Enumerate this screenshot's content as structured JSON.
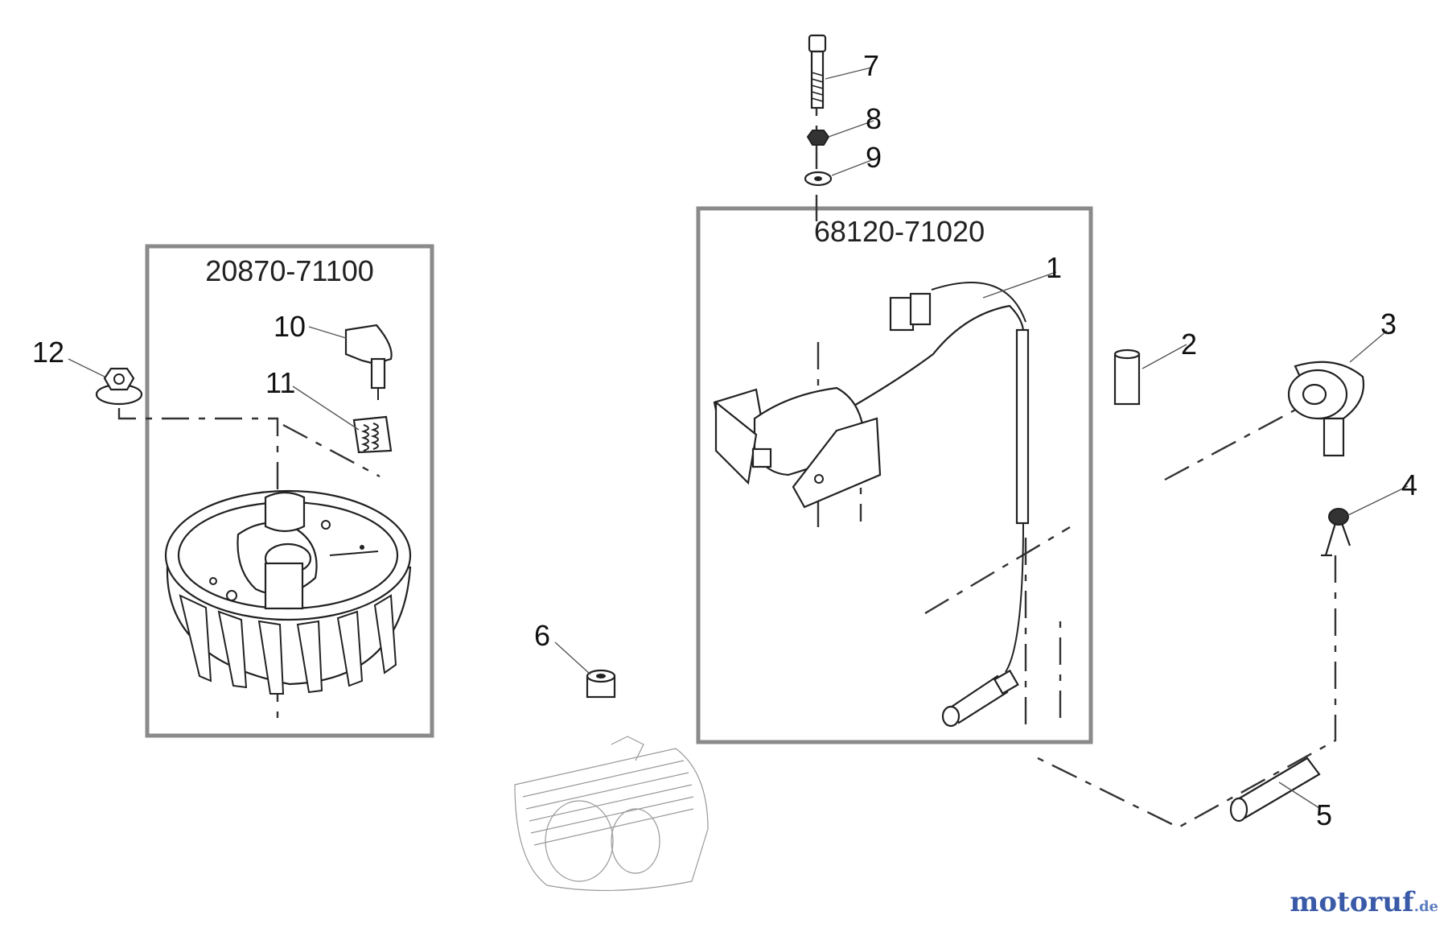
{
  "kits": [
    {
      "id": "kit-flywheel",
      "part_number": "20870-71100"
    },
    {
      "id": "kit-ignition",
      "part_number": "68120-71020"
    }
  ],
  "callouts": [
    "1",
    "2",
    "3",
    "4",
    "5",
    "6",
    "7",
    "8",
    "9",
    "10",
    "11",
    "12"
  ],
  "watermark": {
    "brand": "motoruf",
    "domain": ".de"
  },
  "colors": {
    "frame": "#8a8a8a",
    "lines": "#222222",
    "watermark": "#3a5aa8"
  }
}
